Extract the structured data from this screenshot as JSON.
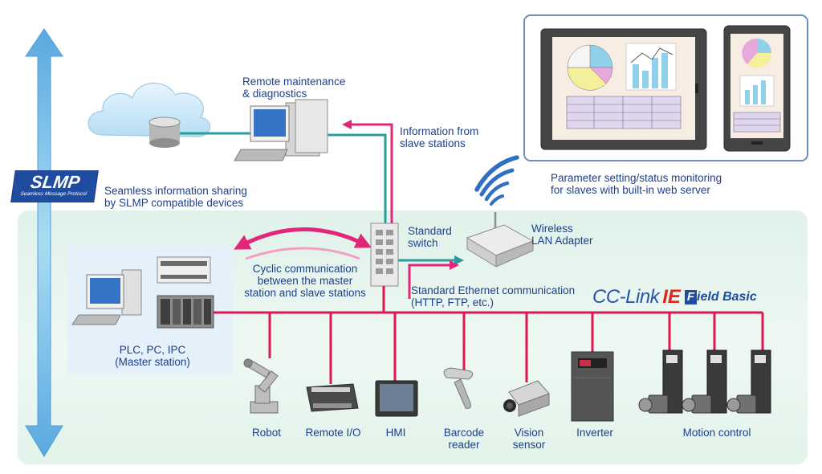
{
  "slmp": {
    "title": "SLMP",
    "subtitle": "Seamless Message Protocol"
  },
  "cc_link": {
    "main": "CC-Link",
    "ie": "IE",
    "field_letter": "F",
    "field_rest": "ield",
    "basic": "Basic"
  },
  "labels": {
    "seamless_line1": "Seamless information sharing",
    "seamless_line2": "by SLMP compatible devices",
    "remote_line1": "Remote maintenance",
    "remote_line2": "& diagnostics",
    "info_line1": "Information from",
    "info_line2": "slave stations",
    "param_line1": "Parameter setting/status monitoring",
    "param_line2": "for slaves with built-in web server",
    "switch_line1": "Standard",
    "switch_line2": "switch",
    "wireless_line1": "Wireless",
    "wireless_line2": "LAN Adapter",
    "cyclic_line1": "Cyclic communication",
    "cyclic_line2": "between the master",
    "cyclic_line3": "station and slave stations",
    "ethernet_line1": "Standard Ethernet communication",
    "ethernet_line2": "(HTTP, FTP, etc.)",
    "master_line1": "PLC, PC, IPC",
    "master_line2": "(Master station)"
  },
  "devices": [
    {
      "line1": "Robot",
      "line2": ""
    },
    {
      "line1": "Remote I/O",
      "line2": ""
    },
    {
      "line1": "HMI",
      "line2": ""
    },
    {
      "line1": "Barcode",
      "line2": "reader"
    },
    {
      "line1": "Vision",
      "line2": "sensor"
    },
    {
      "line1": "Inverter",
      "line2": ""
    },
    {
      "line1": "Motion control",
      "line2": ""
    }
  ],
  "colors": {
    "ethernet_line": "#e0174f",
    "teal_line": "#2a9d9b",
    "arrow_magenta": "#e2267a",
    "text_blue": "#1d3f8a",
    "background_zone": "#e3f3eb",
    "slmp_badge": "#1f4ba0"
  }
}
